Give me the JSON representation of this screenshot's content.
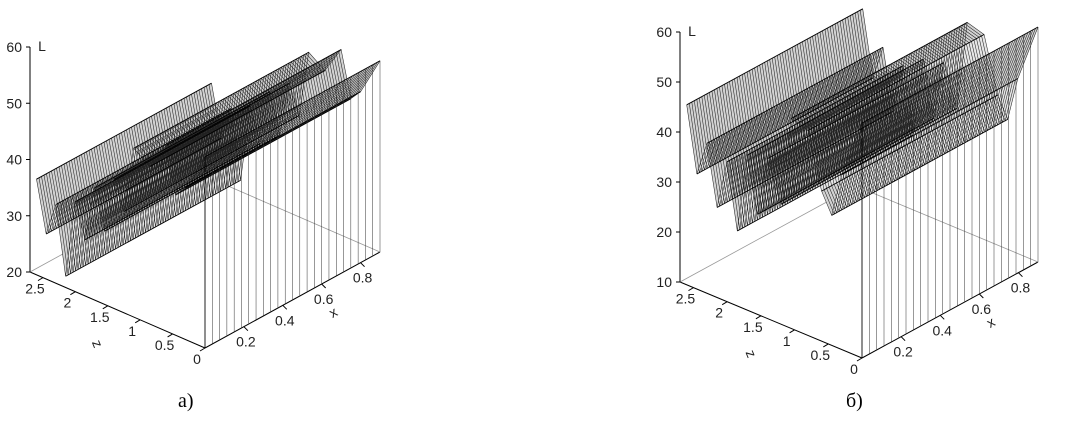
{
  "chart_data": [
    {
      "type": "surface",
      "caption": "а)",
      "zlabel": "L",
      "xlabel": "x",
      "ylabel": "z",
      "zlim": [
        20,
        60
      ],
      "z_ticks": [
        "20",
        "30",
        "40",
        "50",
        "60"
      ],
      "x_ticks": [
        "0.2",
        "0.4",
        "0.6",
        "0.8"
      ],
      "y_ticks": [
        "0",
        "0.5",
        "1",
        "1.5",
        "2",
        "2.5"
      ],
      "grid": false,
      "series": [
        {
          "values": [
            {
              "z_coord": 2.6,
              "L": 37
            },
            {
              "z_coord": 2.45,
              "L": 28
            },
            {
              "z_coord": 2.3,
              "L": 34
            },
            {
              "z_coord": 2.15,
              "L": 22
            },
            {
              "z_coord": 2.0,
              "L": 36
            },
            {
              "z_coord": 1.85,
              "L": 30
            },
            {
              "z_coord": 1.7,
              "L": 40
            },
            {
              "z_coord": 1.55,
              "L": 33
            },
            {
              "z_coord": 1.4,
              "L": 43
            },
            {
              "z_coord": 1.25,
              "L": 38
            },
            {
              "z_coord": 1.1,
              "L": 50
            },
            {
              "z_coord": 0.85,
              "L": 48
            },
            {
              "z_coord": 0.6,
              "L": 53
            },
            {
              "z_coord": 0.45,
              "L": 45
            },
            {
              "z_coord": 0.3,
              "L": 47
            },
            {
              "z_coord": 0.0,
              "L": 54
            }
          ]
        }
      ]
    },
    {
      "type": "surface",
      "caption": "б)",
      "zlabel": "L",
      "xlabel": "x",
      "ylabel": "z",
      "zlim": [
        10,
        60
      ],
      "z_ticks": [
        "10",
        "20",
        "30",
        "40",
        "50",
        "60"
      ],
      "x_ticks": [
        "0.2",
        "0.4",
        "0.6",
        "0.8"
      ],
      "y_ticks": [
        "0",
        "0.5",
        "1",
        "1.5",
        "2",
        "2.5"
      ],
      "grid": false,
      "series": [
        {
          "values": [
            {
              "z_coord": 2.6,
              "L": 46
            },
            {
              "z_coord": 2.45,
              "L": 33
            },
            {
              "z_coord": 2.3,
              "L": 40
            },
            {
              "z_coord": 2.15,
              "L": 28
            },
            {
              "z_coord": 2.0,
              "L": 38
            },
            {
              "z_coord": 1.85,
              "L": 25
            },
            {
              "z_coord": 1.7,
              "L": 41
            },
            {
              "z_coord": 1.55,
              "L": 30
            },
            {
              "z_coord": 1.4,
              "L": 42
            },
            {
              "z_coord": 1.2,
              "L": 34
            },
            {
              "z_coord": 1.05,
              "L": 52
            },
            {
              "z_coord": 0.8,
              "L": 51
            },
            {
              "z_coord": 0.6,
              "L": 40
            },
            {
              "z_coord": 0.45,
              "L": 36
            },
            {
              "z_coord": 0.3,
              "L": 45
            },
            {
              "z_coord": 0.0,
              "L": 57
            }
          ]
        }
      ]
    }
  ]
}
